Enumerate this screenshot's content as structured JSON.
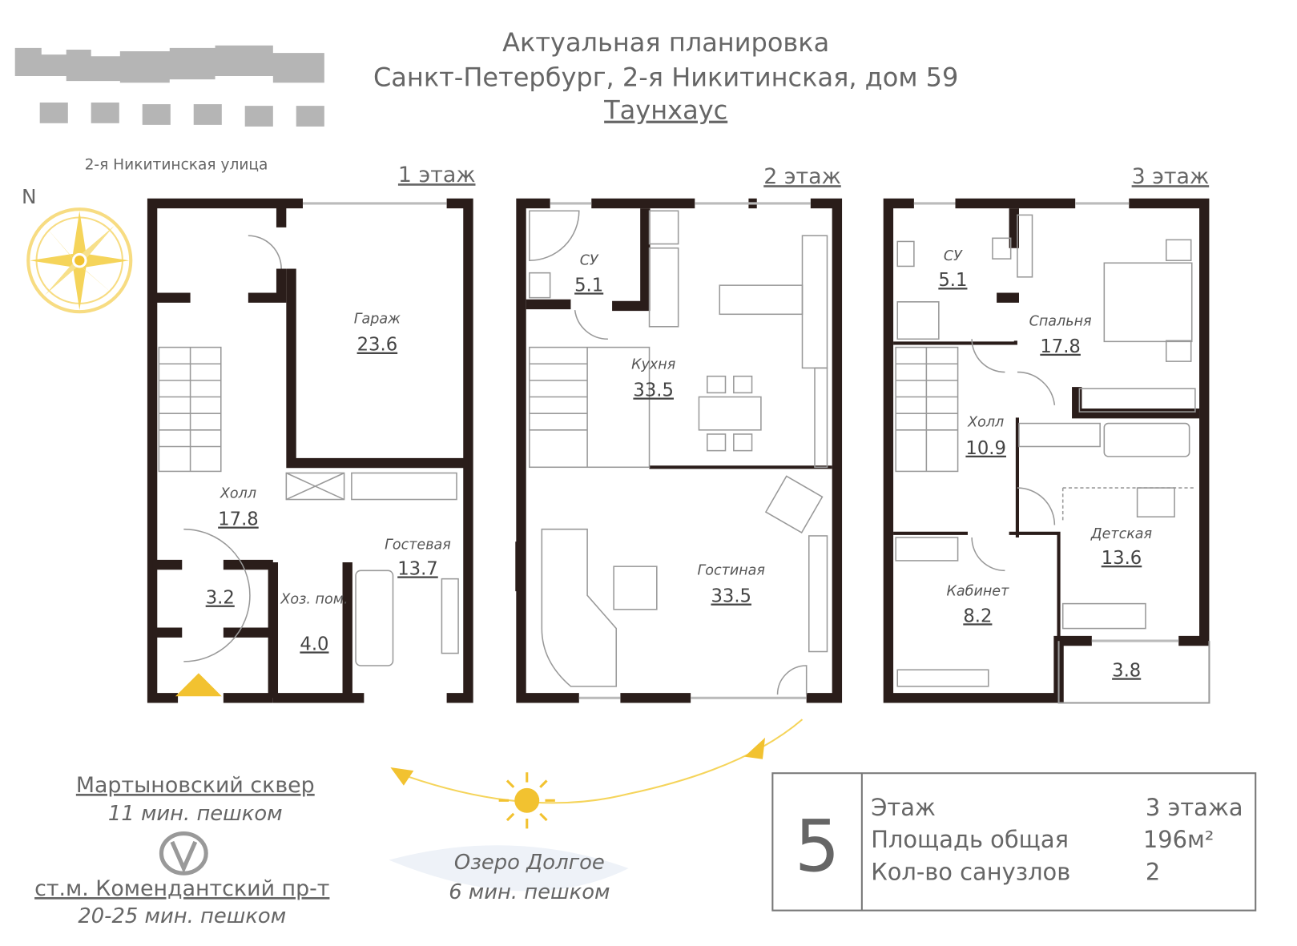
{
  "header": {
    "title": "Актуальная планировка",
    "address": "Санкт-Петербург, 2-я Никитинская, дом 59",
    "type": "Таунхаус"
  },
  "street_label": "2-я Никитинская улица",
  "compass": {
    "north": "N",
    "icon": "compass-rose-icon"
  },
  "floors": [
    {
      "label": "1 этаж",
      "rooms": [
        {
          "name": "Гараж",
          "area": "23.6"
        },
        {
          "name": "Холл",
          "area": "17.8"
        },
        {
          "name": "",
          "area": "3.2"
        },
        {
          "name": "Хоз. пом.",
          "area": "4.0"
        },
        {
          "name": "Гостевая",
          "area": "13.7"
        }
      ]
    },
    {
      "label": "2 этаж",
      "rooms": [
        {
          "name": "СУ",
          "area": "5.1"
        },
        {
          "name": "Кухня",
          "area": "33.5"
        },
        {
          "name": "Гостиная",
          "area": "33.5"
        }
      ]
    },
    {
      "label": "3 этаж",
      "rooms": [
        {
          "name": "СУ",
          "area": "5.1"
        },
        {
          "name": "Спальня",
          "area": "17.8"
        },
        {
          "name": "Холл",
          "area": "10.9"
        },
        {
          "name": "Детская",
          "area": "13.6"
        },
        {
          "name": "Кабинет",
          "area": "8.2"
        },
        {
          "name": "",
          "area": "3.8"
        }
      ]
    }
  ],
  "nearby": {
    "park": {
      "name": "Мартыновский сквер",
      "time": "11 мин. пешком"
    },
    "metro": {
      "name": "ст.м. Комендантский пр-т",
      "time": "20-25 мин. пешком",
      "icon": "metro-logo-icon"
    },
    "lake": {
      "name": "Озеро Долгое",
      "time": "6 мин. пешком"
    }
  },
  "summary": {
    "number": "5",
    "rows": [
      {
        "label": "Этаж",
        "value": "3 этажа"
      },
      {
        "label": "Площадь общая",
        "value": "196м²"
      },
      {
        "label": "Кол-во санузлов",
        "value": "2"
      }
    ]
  },
  "colors": {
    "accent": "#f2c230",
    "wall": "#2a1d1a",
    "text": "#666666"
  }
}
